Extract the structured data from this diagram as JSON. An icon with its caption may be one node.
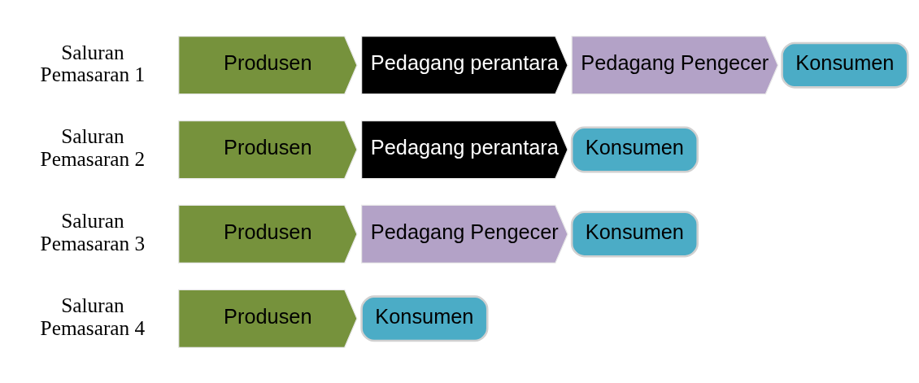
{
  "diagram": {
    "nodes": [
      {
        "text": [
          "Produsen"
        ]
      },
      {
        "text": [
          "Pedagang perantara"
        ]
      },
      {
        "text": [
          "Pedagang Pengecer"
        ]
      },
      {
        "text": [
          "Konsumen"
        ]
      },
      {
        "text": [
          "Produsen"
        ]
      },
      {
        "text": [
          "Pedagang perantara"
        ]
      },
      {
        "text": [
          "Konsumen"
        ]
      },
      {
        "text": [
          "Produsen"
        ]
      },
      {
        "text": [
          "Pedagang Pengecer"
        ]
      },
      {
        "text": [
          "Konsumen"
        ]
      },
      {
        "text": [
          "Produsen"
        ]
      },
      {
        "text": [
          "Konsumen"
        ]
      }
    ],
    "labels": [
      "Saluran Pemasaran 1",
      "Saluran Pemasaran 2",
      "Saluran Pemasaran 3",
      "Saluran Pemasaran 4"
    ]
  }
}
